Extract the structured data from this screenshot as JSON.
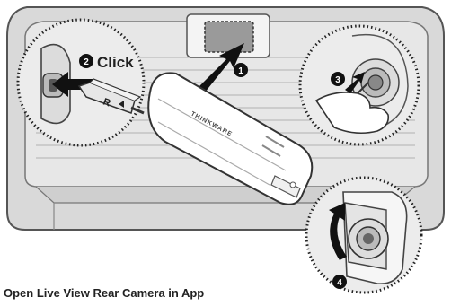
{
  "steps": {
    "step1": {
      "number": "1"
    },
    "step2": {
      "number": "2",
      "label": "Click"
    },
    "step3": {
      "number": "3"
    },
    "step4": {
      "number": "4"
    }
  },
  "device": {
    "brand": "THINKWARE"
  },
  "cable": {
    "connector_mark": "R"
  },
  "caption": "Open Live View Rear Camera in App"
}
